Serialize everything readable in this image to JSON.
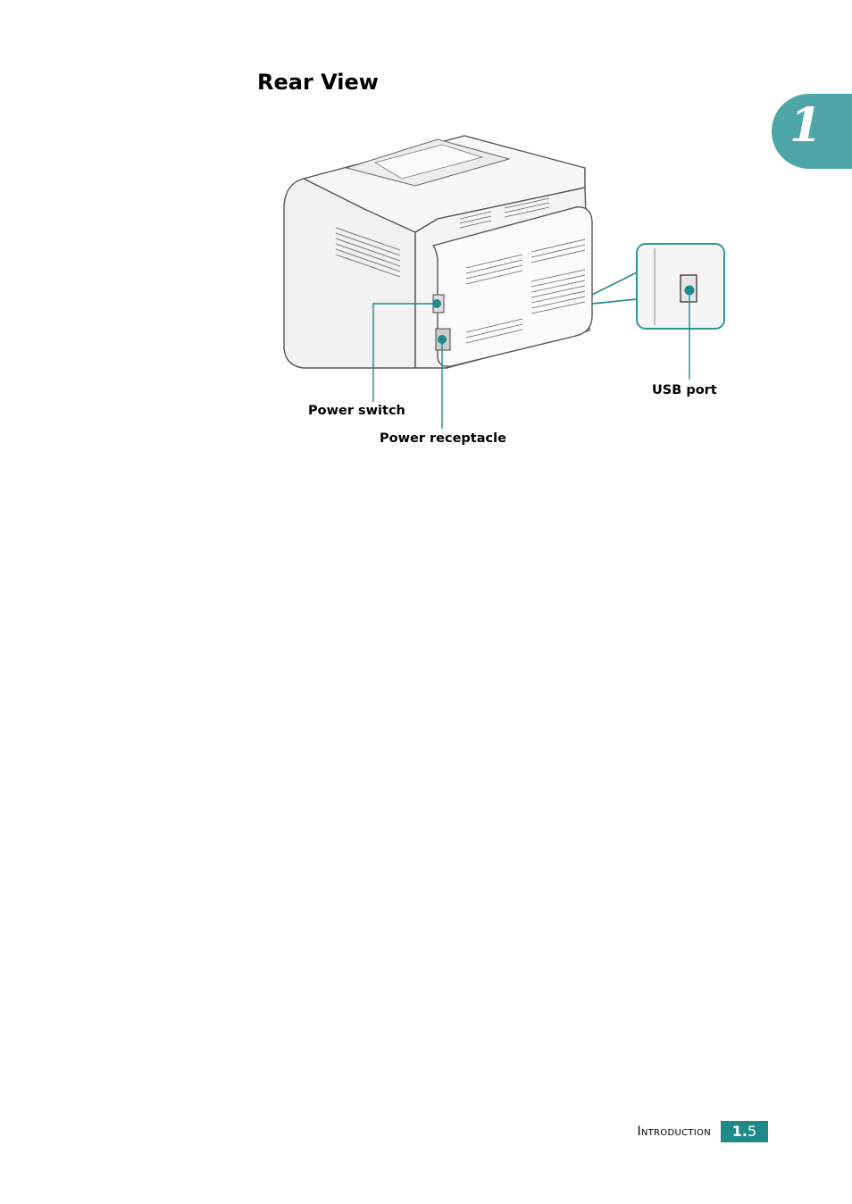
{
  "chapter": {
    "number": "1"
  },
  "section": {
    "title": "Rear View"
  },
  "figure": {
    "callouts": {
      "power_switch": "Power switch",
      "power_receptacle": "Power receptacle",
      "usb_port": "USB port"
    }
  },
  "footer": {
    "label": "Introduction",
    "page_chapter": "1.",
    "page_num": "5"
  },
  "colors": {
    "accent": "#1f8a8a",
    "tab": "#4ea6a6"
  }
}
